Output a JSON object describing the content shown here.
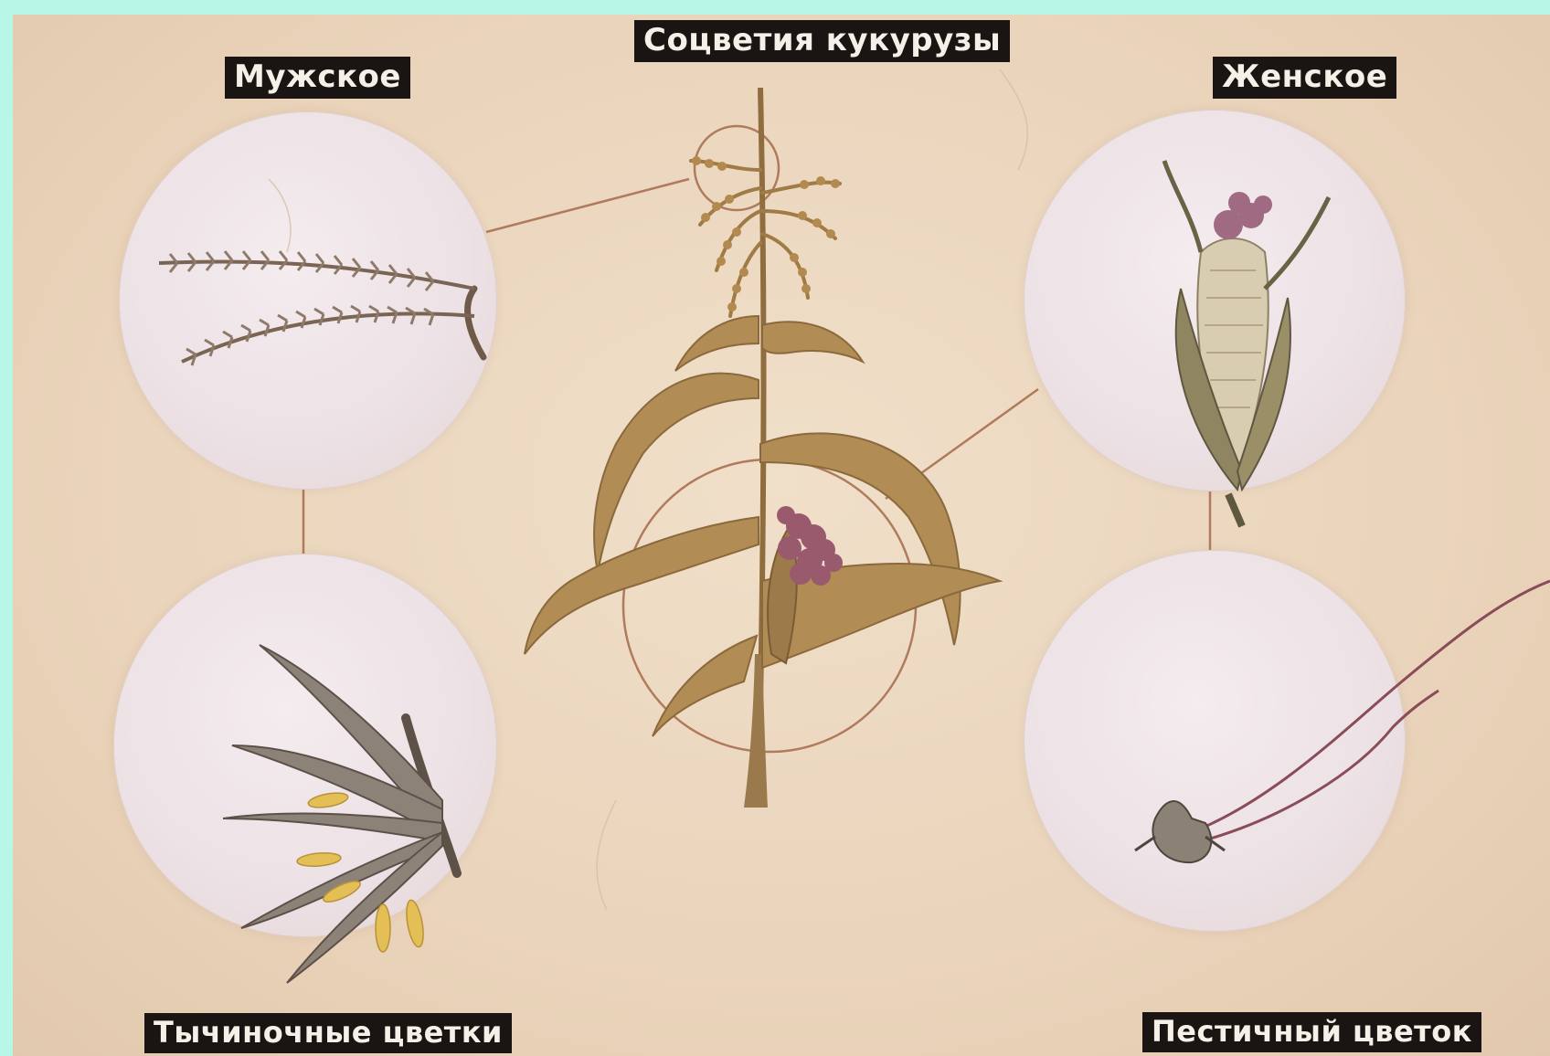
{
  "title": "Соцветия кукурузы",
  "labels": {
    "male": "Мужское",
    "female": "Женское",
    "stamen_flowers": "Тычиночные цветки",
    "pistil_flower": "Пестичный цветок"
  },
  "colors": {
    "background_frame": "#b8f7e6",
    "label_bg": "#1a1512",
    "connector": "#b07a5c",
    "plant": "#a4804e",
    "silk": "#9a5a6e",
    "anther": "#e4bf55"
  }
}
